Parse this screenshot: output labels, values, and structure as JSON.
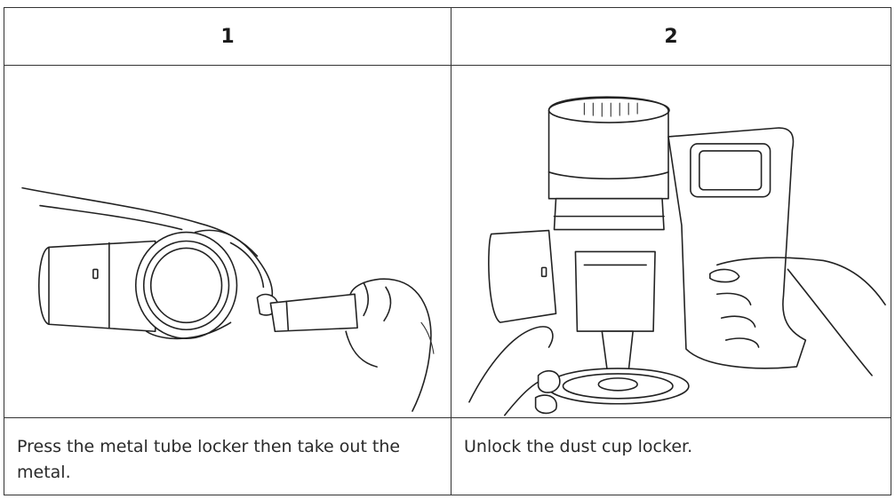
{
  "steps": [
    {
      "number": "1",
      "caption": "Press the metal tube locker then take out the metal.",
      "illustration": "hand-pressing-tube-locker-illustration"
    },
    {
      "number": "2",
      "caption": "Unlock the dust cup locker.",
      "illustration": "unlock-dust-cup-illustration"
    }
  ],
  "colors": {
    "border": "#333333",
    "text": "#1a1a1a",
    "background": "#ffffff"
  }
}
